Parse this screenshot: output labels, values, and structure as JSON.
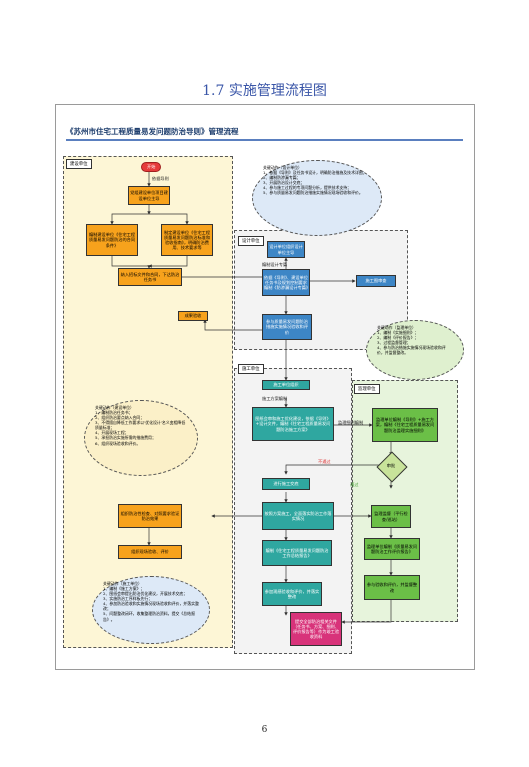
{
  "page_title": "1.7 实施管理流程图",
  "chart_title": "《苏州市住宅工程质量易发问题防治导则》管理流程",
  "zones": {
    "build_unit": "建设单位",
    "design_unit": "设计单位",
    "construction_unit": "施工单位",
    "supervision_unit": "监理单位"
  },
  "nodes": {
    "start": "开始",
    "start_note": "依据导则",
    "org": "党组建设单位项目建设单位主导",
    "prep_a": "编制建设单位《住宅工程质量易发问题防治的合同条件》",
    "prep_b": "制定建设单位《住宅工程质量易发问题防治标准和验收指南》，明确防治费用、技术要求等",
    "bid": "纳入招标文件和合同，下达防治任务书",
    "design_task": "设计单位组织设计单位主导",
    "design_note": "编制设计专篇",
    "design_do": "依据《导则》、建设单位任务书及规划控制要求编制《防渗漏设计专篇》",
    "review": "施工图审查",
    "design_eval": "参与质量易发问题防治措施实施情况验收和评价",
    "accept": "成果验收",
    "cons_org": "施工单位组织",
    "cons_note": "施工方案编制",
    "cons_plan": "图纸会审和施工优化建议，依据《导则》+设计文件，编制《住宅工程质量易发问题防治施工方案》",
    "sup_org": "监理单位编制《导则》+施工方案，编制《住宅工程质量易发问题防治监理实施细则》",
    "sup_note": "监理细则编制",
    "approve": "审批",
    "not_pass": "不通过",
    "pass": "通过",
    "tech": "进行施工交底",
    "exec": "按照方案施工，全面落实防治工作落实情况",
    "sup_check": "监理监督（平行检查/巡站）",
    "summary_org": "组织防治性检查、对照要求验证防治效果",
    "owner_check": "组织现场验收、评价",
    "write_report": "编制《住宅工程质量易发问题防治工作总结报告》",
    "sup_report": "监理单位编制《质量易发问题防治工作评价报告》",
    "join_eval": "参加观感验收和评价，并落实整改",
    "join_eval_sup": "参与验收和评价，并监督整改",
    "archive": "提交全部防治相关文件（任务书、方案、细则、评价报告等）作为竣工验收资料"
  },
  "bubbles": {
    "design": "关键动作（设计单位）\n1、依据《导则》及任务书设计，明确防治措施及技术详图；\n2、编制防渗漏专篇；\n3、开展防治设计交底；\n4、参与施工过程的专项问题分析，提供技术支持；\n5、参与质量易发问题防治措施实施情况现场验收和评价。",
    "supervision": "关键动作（监理单位）\n1、编制《实施细则》；\n2、编制《评价报告》；\n3、过程监督管理；\n4、参与防治措施实施情况现场验收和评价，并监督整改。",
    "build": "关键动作（建设单位）\n1、编制防治任务书；\n2、组织防治要点纳入合同；\n3、不得擅自降低工作要求以'优化设计'名义变相降低质量标准；\n4、开展现场工程；\n5、承担防治实施所需的措施费用；\n6、组织现场验收和评价。",
    "construction": "关键动作（施工单位）\n1、编制《施工方案》；\n2、图纸会审提出防治优化建议，开展技术交底；\n3、实施防治工序样板先行；\n4、参加防治验收和实施情况现场验收和评价，并落实整改；\n5、问题整改闭环，收集整理防治资料，提交《总结报告》。"
  }
}
